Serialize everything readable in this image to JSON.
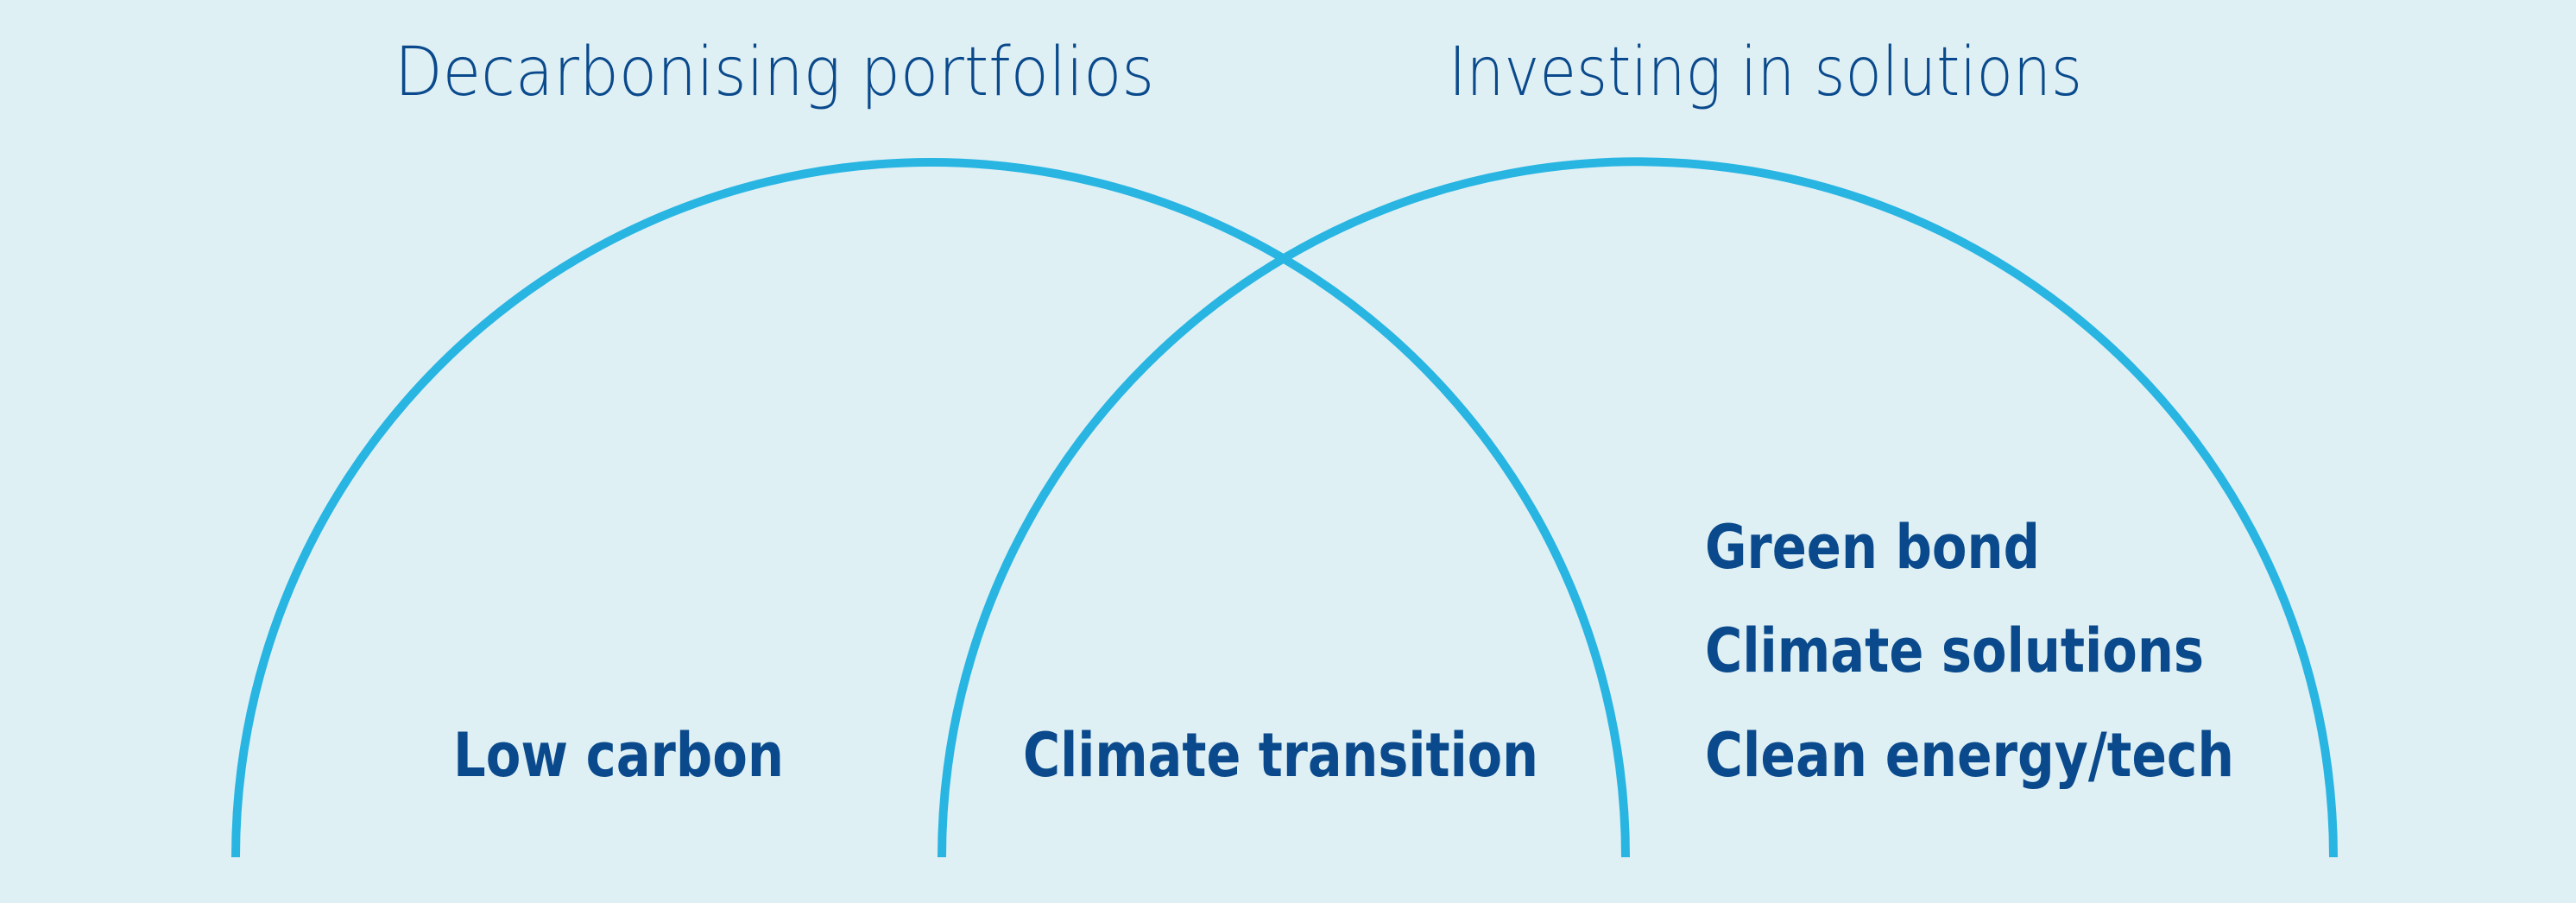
{
  "background_color": "#dff0f5",
  "colors": {
    "text": "#0a4a8c",
    "arc": "#29b5e2"
  },
  "diagram": {
    "type": "overlapping semicircle venn",
    "headings": {
      "left": "Decarbonising portfolios",
      "right": "Investing in solutions"
    },
    "regions": {
      "left_only": [
        "Low carbon"
      ],
      "overlap": [
        "Climate transition"
      ],
      "right_only": [
        "Green bond",
        "Climate solutions",
        "Clean energy/tech"
      ]
    }
  }
}
